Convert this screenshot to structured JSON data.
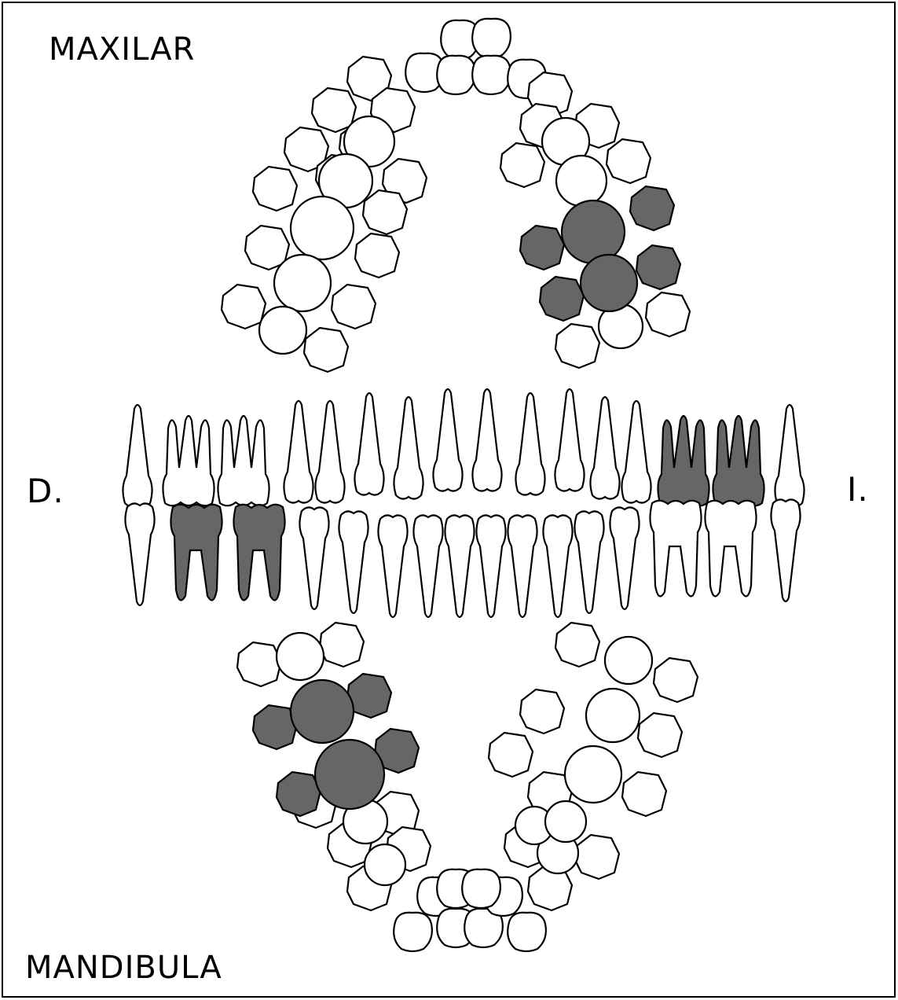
{
  "labels": {
    "maxilla": "MAXILAR",
    "mandible": "MANDIBULA",
    "right": "D.",
    "left": "I."
  },
  "colors": {
    "outline": "#000000",
    "affected": "#666666",
    "normal": "#ffffff"
  }
}
